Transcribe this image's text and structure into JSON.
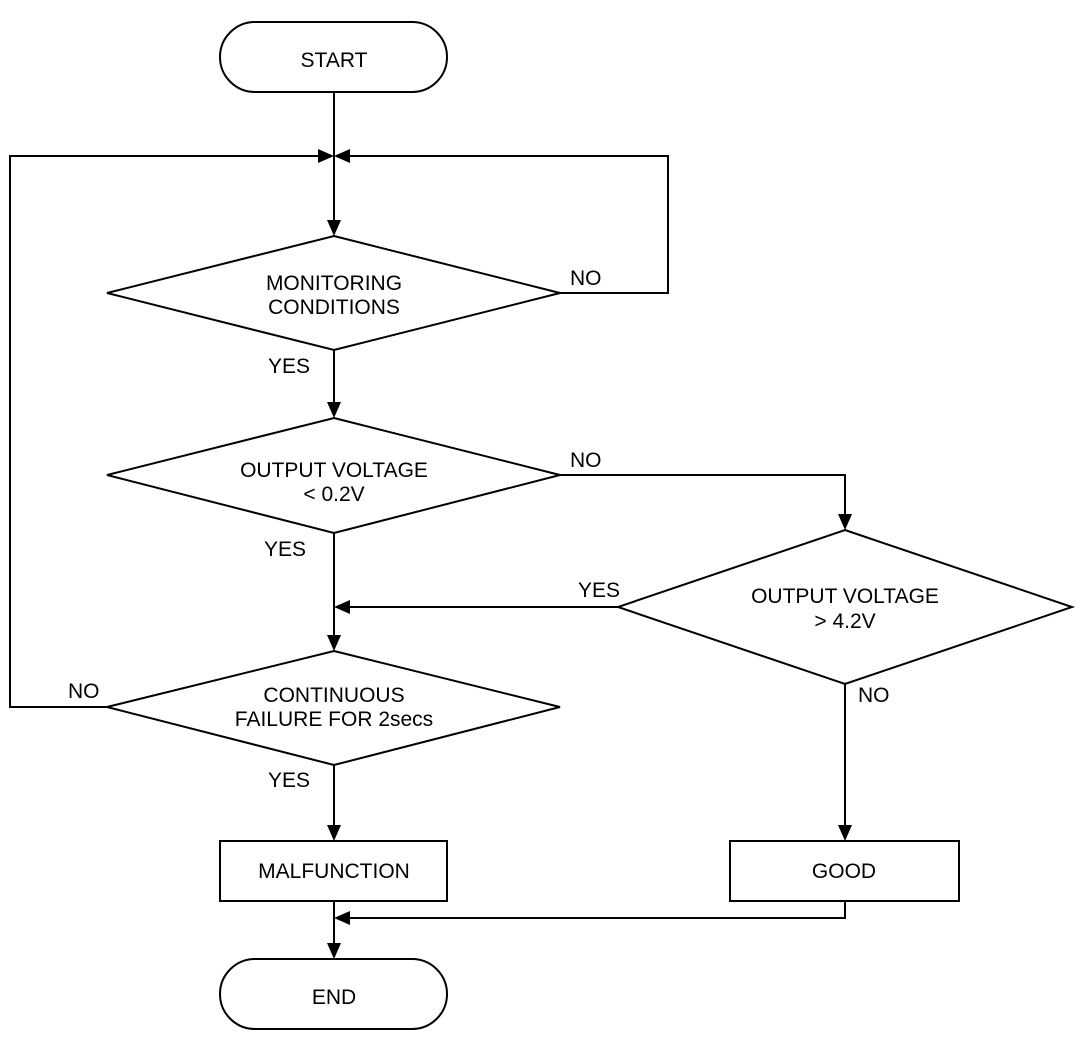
{
  "nodes": {
    "start": "START",
    "monitoring": [
      "MONITORING",
      "CONDITIONS"
    ],
    "low_voltage": [
      "OUTPUT VOLTAGE",
      "< 0.2V"
    ],
    "high_voltage": [
      "OUTPUT VOLTAGE",
      "> 4.2V"
    ],
    "continuous": [
      "CONTINUOUS",
      "FAILURE FOR 2secs"
    ],
    "malfunction": "MALFUNCTION",
    "good": "GOOD",
    "end": "END"
  },
  "labels": {
    "monitoring_no": "NO",
    "monitoring_yes": "YES",
    "low_no": "NO",
    "low_yes": "YES",
    "high_yes": "YES",
    "high_no": "NO",
    "continuous_no": "NO",
    "continuous_yes": "YES"
  }
}
